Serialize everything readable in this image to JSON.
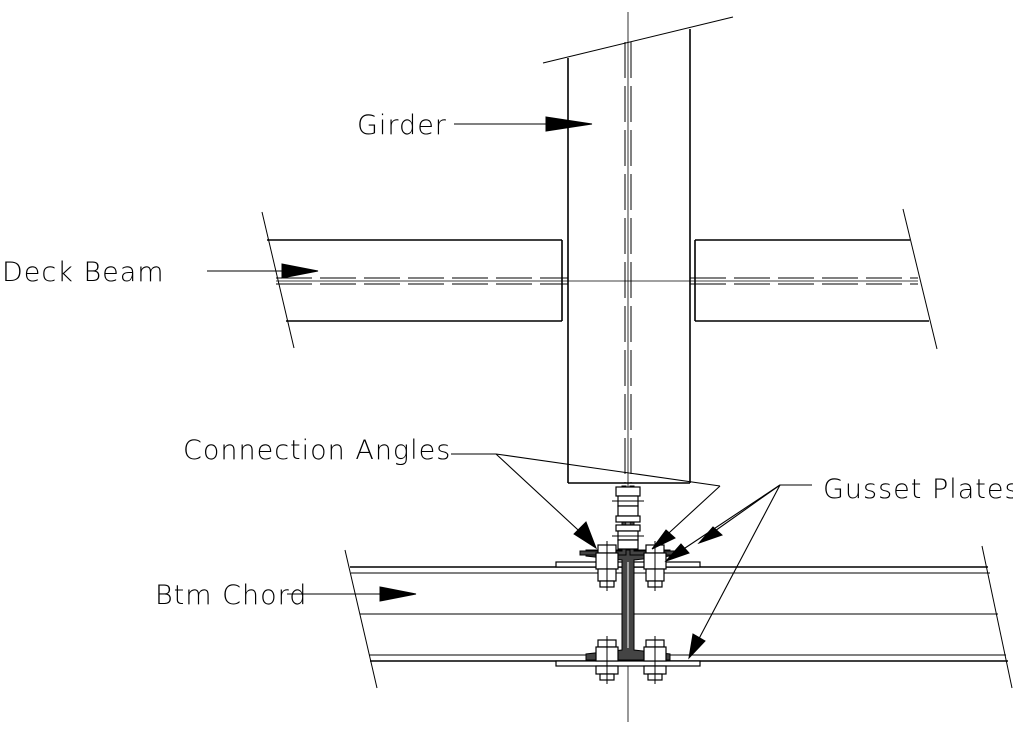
{
  "labels": {
    "girder": "Girder",
    "deck_beam": "Deck Beam",
    "connection_angles": "Connection Angles",
    "gusset_plates": "Gusset Plates",
    "btm_chord": "Btm Chord"
  }
}
